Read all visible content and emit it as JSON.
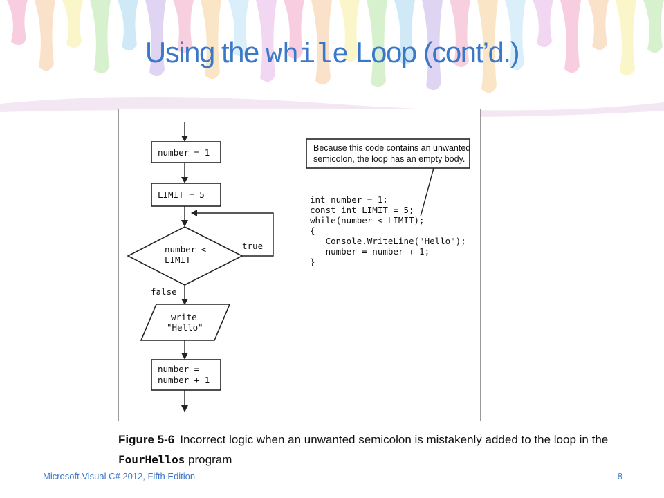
{
  "slide": {
    "title_before": "Using the ",
    "title_code": "while",
    "title_after": " Loop (cont’d.)",
    "footer_text": "Microsoft Visual C# 2012, Fifth Edition",
    "page_number": "8"
  },
  "banner_colors": [
    "#f4a6c8",
    "#f7c9a0",
    "#f7ef9e",
    "#b8e6a8",
    "#a8d8f0",
    "#c7b2ea",
    "#f2a9c4",
    "#f7d39a",
    "#bfe3f7",
    "#e6b8e8"
  ],
  "flowchart": {
    "start_box": "number = 1",
    "limit_box": "LIMIT = 5",
    "decision_line1": "number <",
    "decision_line2": "LIMIT",
    "true_label": "true",
    "false_label": "false",
    "output_line1": "write",
    "output_line2": "\"Hello\"",
    "update_line1": "number =",
    "update_line2": "number + 1"
  },
  "callout": {
    "line1": "Because this code contains an unwanted",
    "line2": "semicolon, the loop has an empty body."
  },
  "code_lines": [
    "int number = 1;",
    "const int LIMIT = 5;",
    "while(number < LIMIT);",
    "{",
    "   Console.WriteLine(\"Hello\");",
    "   number = number + 1;",
    "}"
  ],
  "caption": {
    "figure_label": "Figure 5-6",
    "text_before": "Incorrect logic when an unwanted semicolon is mistakenly added to the loop in the ",
    "program_name": "FourHellos",
    "text_after": " program"
  }
}
